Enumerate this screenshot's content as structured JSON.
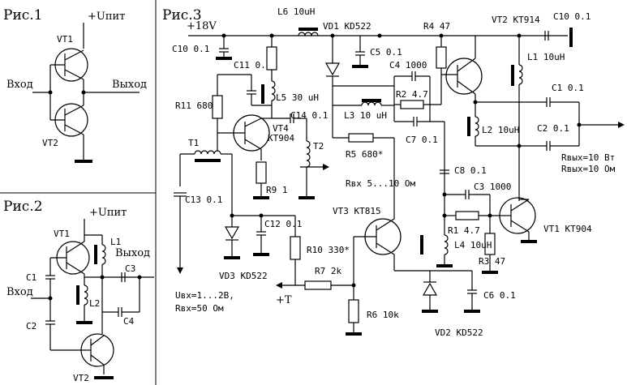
{
  "fig1": {
    "title": "Рис.1",
    "vcc": "+Uпит",
    "input": "Вход",
    "output": "Выход",
    "vt1": "VT1",
    "vt2": "VT2"
  },
  "fig2": {
    "title": "Рис.2",
    "vcc": "+Uпит",
    "input": "Вход",
    "output": "Выход",
    "vt1": "VT1",
    "vt2": "VT2",
    "l1": "L1",
    "l2": "L2",
    "c1": "C1",
    "c2": "C2",
    "c3": "C3",
    "c4": "C4"
  },
  "fig3": {
    "title": "Рис.3",
    "supply": "+18V",
    "l6": "L6 10uH",
    "vd1": "VD1 KD522",
    "vt2": "VT2 KT914",
    "c10_top": "C10 0.1",
    "c10_left": "C10 0.1",
    "r4": "R4 47",
    "c5": "C5 0.1",
    "c4": "C4 1000",
    "c11": "C11 0.1",
    "l5": "L5 30 uH",
    "r11": "R11 680",
    "c14": "C14 0.1",
    "vt4": "VT4",
    "vt4_type": "KT904",
    "r2": "R2 4.7",
    "l3": "L3 10 uH",
    "l1": "L1 10uH",
    "c1": "C1 0.1",
    "c2": "C2 0.1",
    "l2": "L2 10uH",
    "t1": "T1",
    "t2": "T2",
    "c7": "C7 0.1",
    "r5": "R5 680*",
    "rout": "Rвых=10 Вт",
    "rout2": "Rвых=10 Ом",
    "r9": "R9 1",
    "rin": "Rвх 5...10 Ом",
    "c8": "C8 0.1",
    "c13": "C13 0.1",
    "c3": "C3 1000",
    "vt3": "VT3 KT815",
    "c12": "C12 0.1",
    "r1": "R1 4.7",
    "vt1": "VT1 KT904",
    "l4": "L4 10uH",
    "r10": "R10 330*",
    "r3": "R3 47",
    "vd3": "VD3 KD522",
    "r7": "R7 2k",
    "t_plus": "+T",
    "uin": "Uвх=1...2В,",
    "rin2": "Rвх=50 Ом",
    "r6": "R6 10k",
    "c6": "C6 0.1",
    "vd2": "VD2 KD522"
  }
}
